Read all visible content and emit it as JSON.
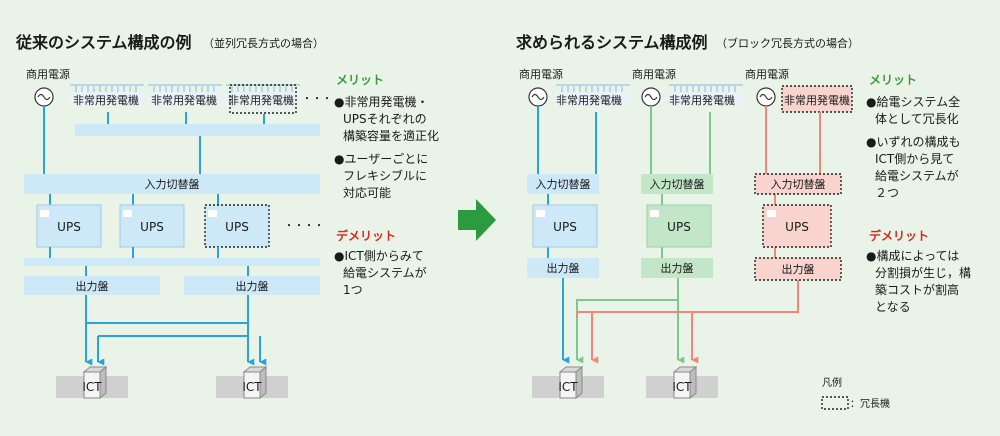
{
  "left": {
    "title": "従来のシステム構成の例",
    "subtitle": "（並列冗長方式の場合）",
    "commercial_power": "商用電源",
    "generators": [
      "非常用発電機",
      "非常用発電機",
      "非常用発電機"
    ],
    "ellipsis": "・・・",
    "switchboard": "入力切替盤",
    "ups": [
      "UPS",
      "UPS",
      "UPS"
    ],
    "ups_ellipsis": "・・・・",
    "output_panels": [
      "出力盤",
      "出力盤"
    ],
    "ict": [
      "ICT",
      "ICT"
    ],
    "merit_heading": "メリット",
    "merits": [
      [
        "●非常用発電機・",
        "UPSそれぞれの",
        "構築容量を適正化"
      ],
      [
        "●ユーザーごとに",
        "フレキシブルに",
        "対応可能"
      ]
    ],
    "demerit_heading": "デメリット",
    "demerits": [
      [
        "●ICT側からみて",
        "給電システムが",
        "1つ"
      ]
    ]
  },
  "right": {
    "title": "求められるシステム構成例",
    "subtitle": "（ブロック冗長方式の場合）",
    "commercial_power": [
      "商用電源",
      "商用電源",
      "商用電源"
    ],
    "generators": [
      "非常用発電機",
      "非常用発電機",
      "非常用発電機"
    ],
    "switchboards": [
      "入力切替盤",
      "入力切替盤",
      "入力切替盤"
    ],
    "ups": [
      "UPS",
      "UPS",
      "UPS"
    ],
    "output_panels": [
      "出力盤",
      "出力盤",
      "出力盤"
    ],
    "ict": [
      "ICT",
      "ICT"
    ],
    "merit_heading": "メリット",
    "merits": [
      [
        "●給電システム全",
        "体として冗長化"
      ],
      [
        "●いずれの構成も",
        "ICT側から見て",
        "給電システムが",
        "２つ"
      ]
    ],
    "demerit_heading": "デメリット",
    "demerits": [
      [
        "●構成によっては",
        "分割損が生じ，構",
        "築コストが割高",
        "となる"
      ]
    ]
  },
  "legend": {
    "title": "凡例",
    "label": "：冗長機"
  },
  "colors": {
    "blue_line": "#29a3dc",
    "green_line": "#7ec88f",
    "red_line": "#f0877d",
    "blue_fill": "#cde8f7",
    "green_fill": "#c3e5c8",
    "red_fill": "#f9d3cd",
    "arrow": "#2c9a3e",
    "merit": "#3a9a3a",
    "demerit": "#d9261c"
  }
}
